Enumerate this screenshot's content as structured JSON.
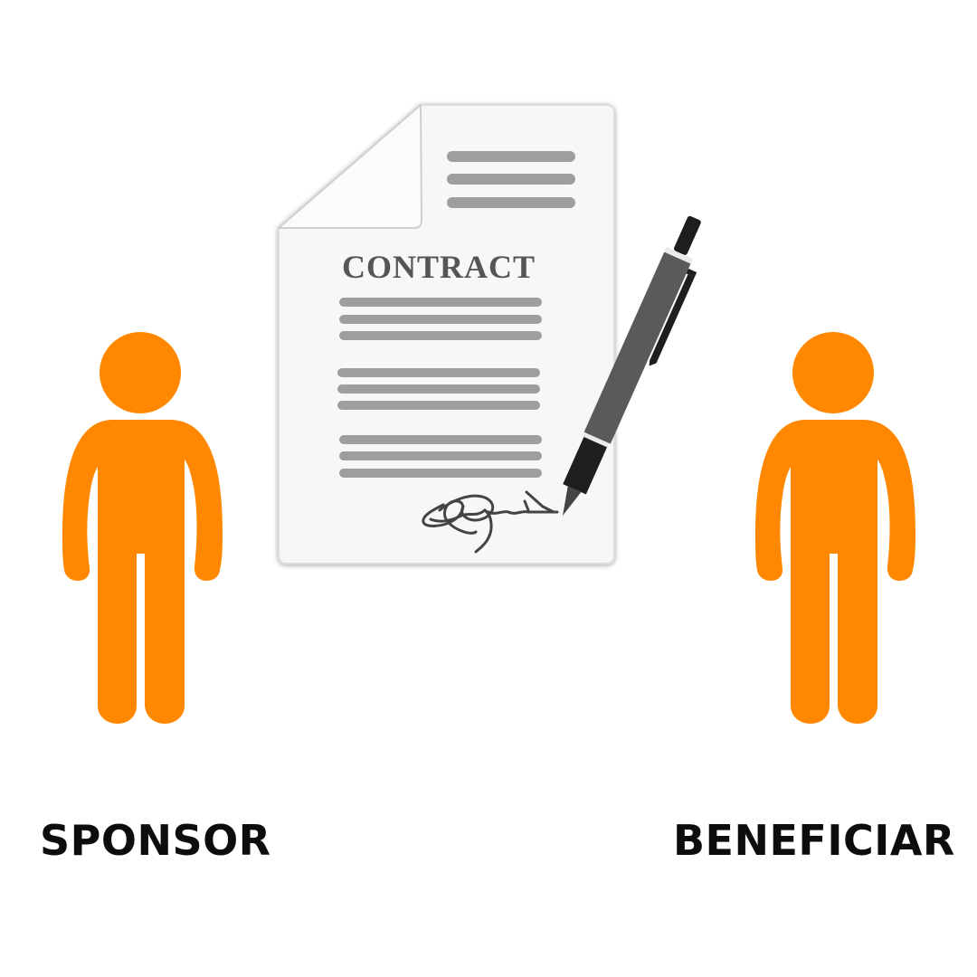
{
  "contract": {
    "title": "CONTRACT"
  },
  "parties": {
    "left_label": "SPONSOR",
    "right_label": "BENEFICIAR"
  },
  "colors": {
    "person": "#ff8800",
    "document": "#f7f7f7",
    "text_lines": "#9e9e9e",
    "pen_body": "#5a5a5a",
    "pen_dark": "#1e1e1e",
    "label": "#0d0d0d"
  },
  "icons": {
    "left_person": "person-icon",
    "right_person": "person-icon",
    "document": "contract-document-icon",
    "pen": "pen-icon",
    "signature": "signature-scribble"
  }
}
